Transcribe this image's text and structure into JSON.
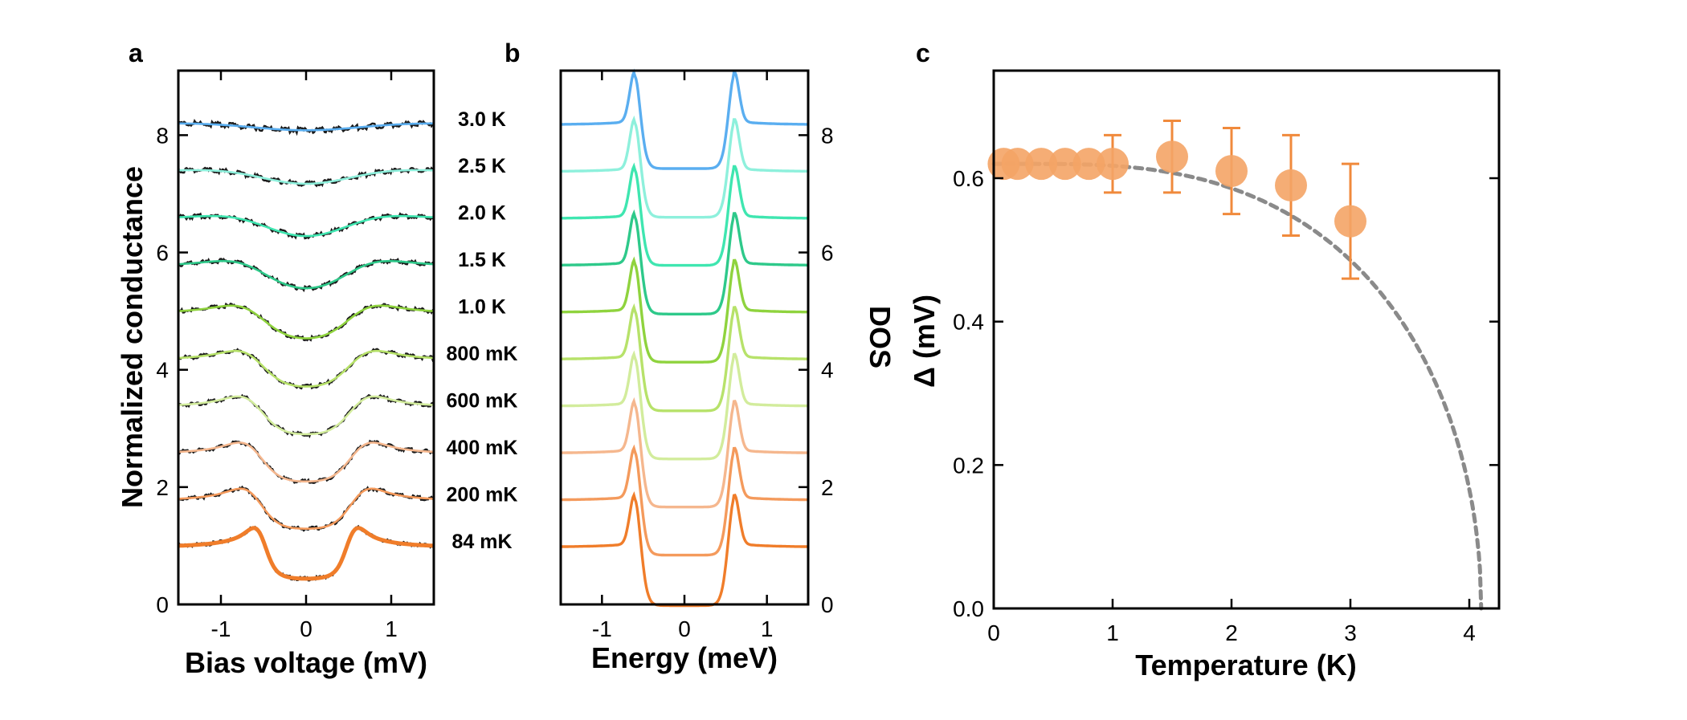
{
  "chart_data": [
    {
      "panel": "a",
      "type": "line",
      "xlabel": "Bias voltage (mV)",
      "ylabel": "Normalized conductance",
      "xlim": [
        -1.5,
        1.5
      ],
      "ylim": [
        0,
        9.1
      ],
      "xticks": [
        -1,
        0,
        1
      ],
      "xtick_labels": [
        "-1",
        "0",
        "1"
      ],
      "yticks": [
        0,
        2,
        4,
        6,
        8
      ],
      "ytick_labels": [
        "0",
        "2",
        "4",
        "6",
        "8"
      ],
      "series": [
        {
          "name": "84 mK",
          "offset": 1.0,
          "gap": 0.52,
          "broadening": 0.07,
          "color": "#f07d2a"
        },
        {
          "name": "200 mK",
          "offset": 1.8,
          "gap": 0.6,
          "broadening": 0.13,
          "color": "#f49a5c"
        },
        {
          "name": "400 mK",
          "offset": 2.6,
          "gap": 0.6,
          "broadening": 0.14,
          "color": "#f5b78e"
        },
        {
          "name": "600 mK",
          "offset": 3.4,
          "gap": 0.6,
          "broadening": 0.15,
          "color": "#d2ec9c"
        },
        {
          "name": "800 mK",
          "offset": 4.2,
          "gap": 0.6,
          "broadening": 0.17,
          "color": "#b7e26a"
        },
        {
          "name": "1.0 K",
          "offset": 5.0,
          "gap": 0.6,
          "broadening": 0.2,
          "color": "#8fd33e"
        },
        {
          "name": "1.5 K",
          "offset": 5.8,
          "gap": 0.6,
          "broadening": 0.26,
          "color": "#2ec98a"
        },
        {
          "name": "2.0 K",
          "offset": 6.6,
          "gap": 0.58,
          "broadening": 0.34,
          "color": "#3fe6b0"
        },
        {
          "name": "2.5 K",
          "offset": 7.4,
          "gap": 0.56,
          "broadening": 0.44,
          "color": "#8ef0dc"
        },
        {
          "name": "3.0 K",
          "offset": 8.2,
          "gap": 0.5,
          "broadening": 0.6,
          "color": "#5aaef0"
        }
      ]
    },
    {
      "panel": "b",
      "type": "line",
      "xlabel": "Energy (meV)",
      "ylabel": "DOS",
      "xlim": [
        -1.5,
        1.5
      ],
      "ylim": [
        0,
        9.1
      ],
      "xticks": [
        -1,
        0,
        1
      ],
      "xtick_labels": [
        "-1",
        "0",
        "1"
      ],
      "yticks": [
        0,
        2,
        4,
        6,
        8
      ],
      "ytick_labels": [
        "0",
        "2",
        "4",
        "6",
        "8"
      ],
      "series": [
        {
          "offset": 0.0,
          "gap": 0.6,
          "floor": 0.0,
          "color": "#f07d2a"
        },
        {
          "offset": 0.8,
          "gap": 0.6,
          "floor": 0.06,
          "color": "#f49a5c"
        },
        {
          "offset": 1.6,
          "gap": 0.6,
          "floor": 0.08,
          "color": "#f5b78e"
        },
        {
          "offset": 2.4,
          "gap": 0.6,
          "floor": 0.1,
          "color": "#d2ec9c"
        },
        {
          "offset": 3.2,
          "gap": 0.6,
          "floor": 0.12,
          "color": "#b7e26a"
        },
        {
          "offset": 4.0,
          "gap": 0.6,
          "floor": 0.15,
          "color": "#8fd33e"
        },
        {
          "offset": 4.8,
          "gap": 0.6,
          "floor": 0.17,
          "color": "#2ec98a"
        },
        {
          "offset": 5.6,
          "gap": 0.6,
          "floor": 0.2,
          "color": "#3fe6b0"
        },
        {
          "offset": 6.4,
          "gap": 0.6,
          "floor": 0.22,
          "color": "#8ef0dc"
        },
        {
          "offset": 7.2,
          "gap": 0.6,
          "floor": 0.25,
          "color": "#5aaef0"
        }
      ]
    },
    {
      "panel": "c",
      "type": "scatter",
      "xlabel": "Temperature (K)",
      "ylabel": "Δ (mV)",
      "xlim": [
        0,
        4.25
      ],
      "ylim": [
        0,
        0.75
      ],
      "xticks": [
        0,
        1,
        2,
        3,
        4
      ],
      "xtick_labels": [
        "0",
        "1",
        "2",
        "3",
        "4"
      ],
      "yticks": [
        0.0,
        0.2,
        0.4,
        0.6
      ],
      "ytick_labels": [
        "0.0",
        "0.2",
        "0.4",
        "0.6"
      ],
      "points": [
        {
          "x": 0.084,
          "y": 0.62,
          "err": 0.0
        },
        {
          "x": 0.2,
          "y": 0.62,
          "err": 0.0
        },
        {
          "x": 0.4,
          "y": 0.62,
          "err": 0.0
        },
        {
          "x": 0.6,
          "y": 0.62,
          "err": 0.0
        },
        {
          "x": 0.8,
          "y": 0.62,
          "err": 0.0
        },
        {
          "x": 1.0,
          "y": 0.62,
          "err": 0.04
        },
        {
          "x": 1.5,
          "y": 0.63,
          "err": 0.05
        },
        {
          "x": 2.0,
          "y": 0.61,
          "err": 0.06
        },
        {
          "x": 2.5,
          "y": 0.59,
          "err": 0.07
        },
        {
          "x": 3.0,
          "y": 0.54,
          "err": 0.08
        }
      ],
      "point_color": "#f4a466",
      "error_color": "#f08a3c",
      "fit": {
        "delta0": 0.62,
        "tc": 4.1,
        "color": "#8a8a8a",
        "style": "dashed"
      }
    }
  ]
}
